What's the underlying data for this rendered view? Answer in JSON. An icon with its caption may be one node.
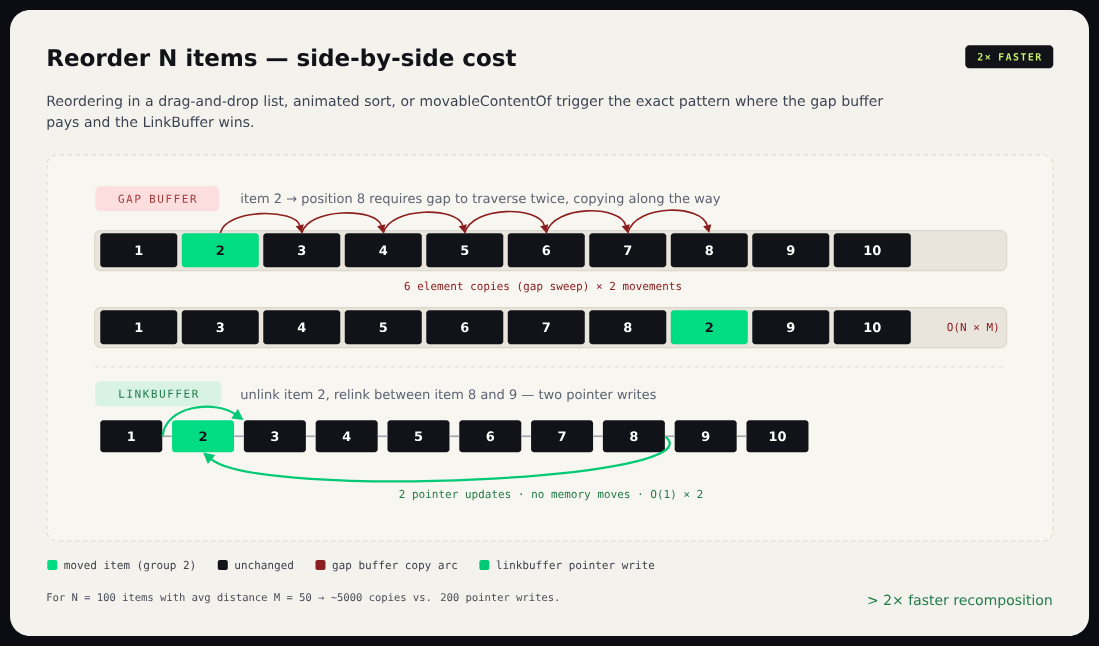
{
  "diagram": {
    "title": "Reorder N items — side-by-side cost",
    "nodes": [
      {
        "text": [
          "2× FASTER"
        ]
      },
      {
        "text": [
          "GAP BUFFER"
        ]
      },
      {
        "text": [],
        "shape": "box"
      },
      {
        "text": [
          "1"
        ],
        "in": 2
      },
      {
        "text": [
          "2"
        ],
        "in": 2
      },
      {
        "text": [
          "3"
        ],
        "in": 2
      },
      {
        "text": [
          "4"
        ],
        "in": 2
      },
      {
        "text": [
          "5"
        ],
        "in": 2
      },
      {
        "text": [
          "6"
        ],
        "in": 2
      },
      {
        "text": [
          "7"
        ],
        "in": 2
      },
      {
        "text": [
          "8"
        ],
        "in": 2
      },
      {
        "text": [
          "9"
        ],
        "in": 2
      },
      {
        "text": [
          "10"
        ],
        "in": 2
      },
      {
        "text": [],
        "shape": "box"
      },
      {
        "text": [
          "1"
        ],
        "in": 13
      },
      {
        "text": [
          "3"
        ],
        "in": 13
      },
      {
        "text": [
          "4"
        ],
        "in": 13
      },
      {
        "text": [
          "5"
        ],
        "in": 13
      },
      {
        "text": [
          "6"
        ],
        "in": 13
      },
      {
        "text": [
          "7"
        ],
        "in": 13
      },
      {
        "text": [
          "8"
        ],
        "in": 13
      },
      {
        "text": [
          "2"
        ],
        "in": 13
      },
      {
        "text": [
          "9"
        ],
        "in": 13
      },
      {
        "text": [
          "10"
        ],
        "in": 13
      },
      {
        "text": [
          "LINKBUFFER"
        ]
      },
      {
        "text": [
          "1"
        ]
      },
      {
        "text": [
          "2"
        ]
      },
      {
        "text": [
          "3"
        ]
      },
      {
        "text": [
          "4"
        ]
      },
      {
        "text": [
          "5"
        ]
      },
      {
        "text": [
          "6"
        ]
      },
      {
        "text": [
          "7"
        ]
      },
      {
        "text": [
          "8"
        ]
      },
      {
        "text": [
          "9"
        ]
      },
      {
        "text": [
          "10"
        ]
      }
    ],
    "edges": [
      {
        "from": 4,
        "to": 5,
        "arrow": "to",
        "color": "#8b1f1f"
      },
      {
        "from": 5,
        "to": 6,
        "arrow": "to",
        "color": "#8b1f1f"
      },
      {
        "from": 6,
        "to": 7,
        "arrow": "to",
        "color": "#8b1f1f"
      },
      {
        "from": 7,
        "to": 8,
        "arrow": "to",
        "color": "#8b1f1f"
      },
      {
        "from": 8,
        "to": 9,
        "arrow": "to",
        "color": "#8b1f1f"
      },
      {
        "from": 9,
        "to": 10,
        "arrow": "to",
        "color": "#8b1f1f"
      },
      {
        "from": 25,
        "to": 27,
        "arrow": "to",
        "color": "#00c973"
      },
      {
        "from": 32,
        "to": 26,
        "arrow": "to",
        "color": "#00c973"
      },
      {
        "from": 25,
        "to": 26,
        "arrow": "none"
      },
      {
        "from": 26,
        "to": 27,
        "arrow": "none"
      },
      {
        "from": 27,
        "to": 28,
        "arrow": "none"
      },
      {
        "from": 28,
        "to": 29,
        "arrow": "none"
      },
      {
        "from": 29,
        "to": 30,
        "arrow": "none"
      },
      {
        "from": 30,
        "to": 31,
        "arrow": "none"
      },
      {
        "from": 31,
        "to": 32,
        "arrow": "none"
      },
      {
        "from": 32,
        "to": 33,
        "arrow": "none"
      },
      {
        "from": 33,
        "to": 34,
        "arrow": "none"
      }
    ],
    "labels": [
      "Reordering in a drag-and-drop list, animated sort, or movableContentOf trigger the exact pattern where the gap buffer pays and the LinkBuffer wins.",
      "item 2 → position 8 requires gap to traverse twice, copying along the way",
      "6 element copies (gap sweep) × 2 movements",
      "O(N × M)",
      "unlink item 2, relink between item 8 and 9 — two pointer writes",
      "2 pointer updates · no memory moves · O(1) × 2",
      "For N = 100 items with avg distance M = 50 → ~5000 copies vs. 200 pointer writes.",
      "> 2× faster recomposition"
    ],
    "legend": [
      {
        "text": "moved item (group 2)",
        "color": "#00dc82"
      },
      {
        "text": "unchanged",
        "color": "#111318"
      },
      {
        "text": "gap buffer copy arc",
        "color": "#8b1f1f"
      },
      {
        "text": "linkbuffer pointer write",
        "color": "#00c973"
      }
    ]
  }
}
